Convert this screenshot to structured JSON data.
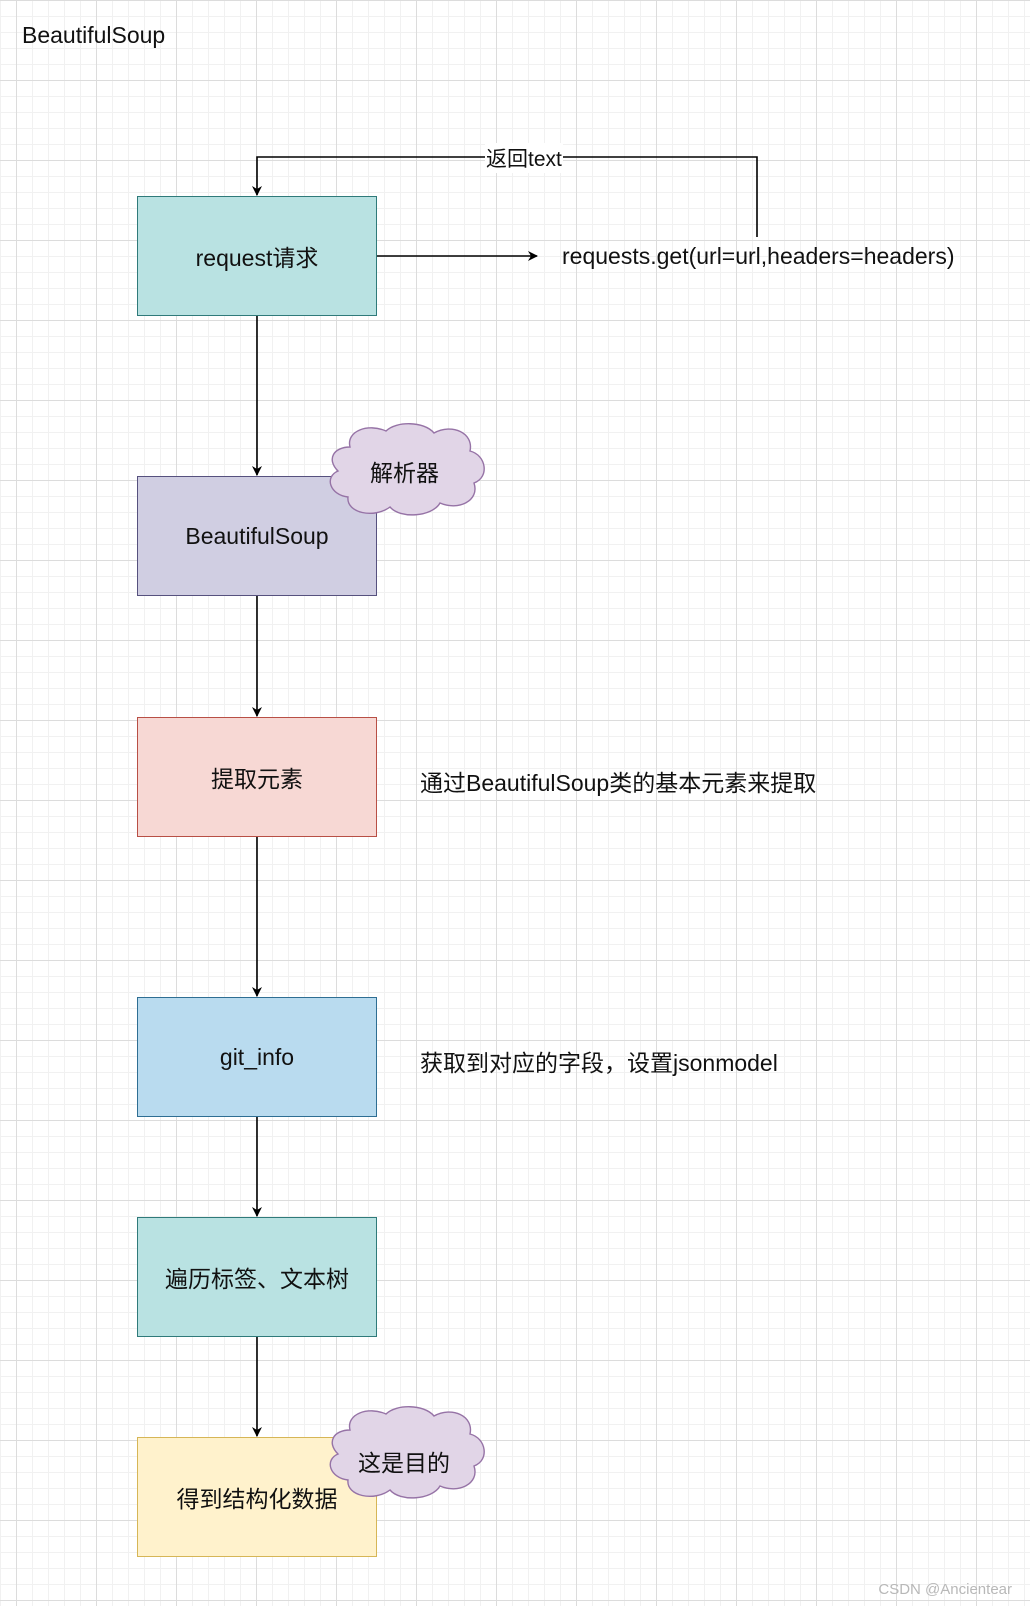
{
  "title": "BeautifulSoup",
  "nodes": {
    "request": "request请求",
    "beautifulsoup": "BeautifulSoup",
    "extract": "提取元素",
    "git_info": "git_info",
    "traverse": "遍历标签、文本树",
    "result": "得到结构化数据"
  },
  "clouds": {
    "parser": "解析器",
    "goal": "这是目的"
  },
  "annotations": {
    "requests_get": "requests.get(url=url,headers=headers)",
    "return_text": "返回text",
    "extract_note": "通过BeautifulSoup类的基本元素来提取",
    "git_info_note": "获取到对应的字段，设置jsonmodel"
  },
  "colors": {
    "request_fill": "#b9e2e2",
    "beautifulsoup_fill": "#d0cee2",
    "extract_fill": "#f7d8d4",
    "git_info_fill": "#b9dbef",
    "traverse_fill": "#b9e2e2",
    "result_fill": "#fff2cc",
    "cloud_fill": "#e1d5e7"
  },
  "watermark": "CSDN @Ancientear"
}
